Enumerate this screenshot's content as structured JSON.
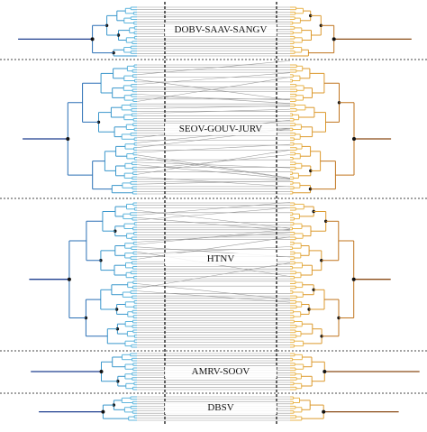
{
  "figure": {
    "left_tree_palette": [
      "#1f3f8f",
      "#2a6fb5",
      "#3a97cc",
      "#5fb6dd"
    ],
    "right_tree_palette": [
      "#8a4b16",
      "#c0741e",
      "#dc9a2e",
      "#e9b64f"
    ],
    "connector_color": "#9a9a9a",
    "divider_color": "#444444",
    "clades": [
      {
        "label": "DOBV-SAAV-SANGV"
      },
      {
        "label": "SEOV-GOUV-JURV"
      },
      {
        "label": "HTNV"
      },
      {
        "label": "AMRV-SOOV"
      },
      {
        "label": "DBSV"
      }
    ]
  }
}
